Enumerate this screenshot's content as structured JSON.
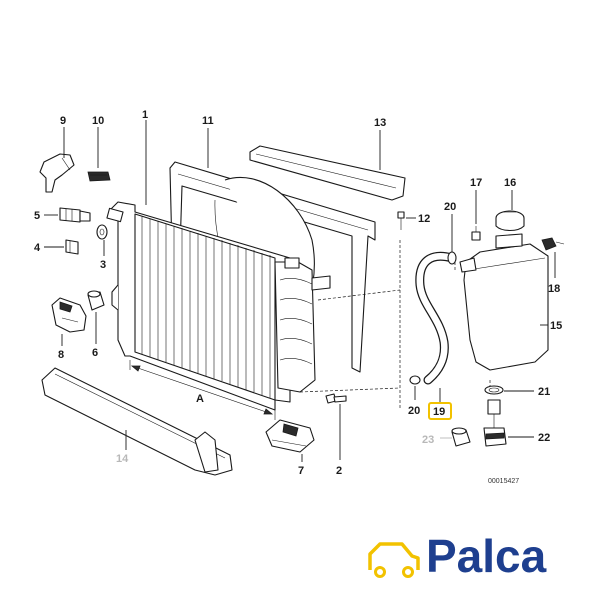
{
  "callouts": {
    "c1": "1",
    "c2": "2",
    "c3": "3",
    "c4": "4",
    "c5": "5",
    "c6": "6",
    "c7": "7",
    "c8": "8",
    "c9": "9",
    "c10": "10",
    "c11": "11",
    "c12": "12",
    "c13": "13",
    "c14": "14",
    "c15": "15",
    "c16": "16",
    "c17": "17",
    "c18": "18",
    "c19": "19",
    "c20a": "20",
    "c20b": "20",
    "c21": "21",
    "c22": "22",
    "c23": "23",
    "dim_a": "A"
  },
  "doc_number": "00015427",
  "brand": {
    "name": "Palca",
    "color": "#1e3f8f",
    "highlight": "#f2c200"
  }
}
